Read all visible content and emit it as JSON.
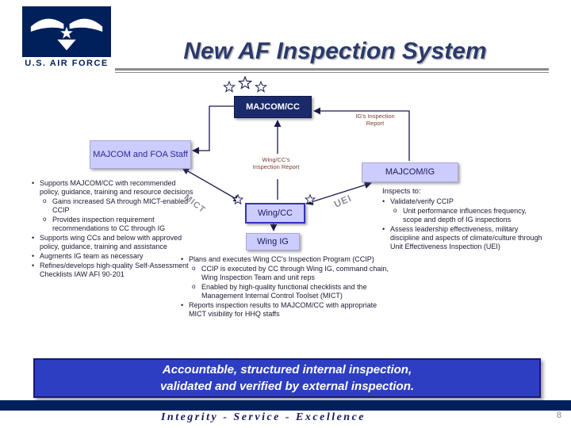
{
  "colors": {
    "navy": "#00205b",
    "title_blue": "#2b3a6b",
    "box_lavender": "#ccccff",
    "box_navy": "#1b2a6b",
    "banner_blue": "#2e3ec2",
    "report_label": "#7a3b2e"
  },
  "header": {
    "title": "New AF Inspection System",
    "logo_caption": "U.S. AIR FORCE"
  },
  "diagram": {
    "majcom_cc": "MAJCOM/CC",
    "igs_report": "IG's Inspection Report",
    "majcom_foa_staff": "MAJCOM and FOA Staff",
    "wing_cc_report": "Wing/CC's Inspection Report",
    "majcom_ig": "MAJCOM/IG",
    "wing_cc": "Wing/CC",
    "wing_ig": "Wing IG",
    "mict_arrow_label": "MICT",
    "uei_arrow_label": "UEI"
  },
  "left_panel": {
    "items": [
      {
        "level": 1,
        "text": "Supports MAJCOM/CC with recommended policy, guidance, training and resource decisions"
      },
      {
        "level": 2,
        "text": "Gains increased SA through MICT-enabled CCIP"
      },
      {
        "level": 2,
        "text": "Provides inspection requirement recommendations to CC through IG"
      },
      {
        "level": 1,
        "text": "Supports wing CCs and below with approved policy, guidance, training and assistance"
      },
      {
        "level": 1,
        "text": "Augments IG team as necessary"
      },
      {
        "level": 1,
        "text": "Refines/develops high-quality Self-Assessment Checklists IAW AFI 90-201"
      }
    ]
  },
  "center_panel": {
    "items": [
      {
        "level": 1,
        "text": "Plans and executes Wing CC's Inspection Program (CCIP)"
      },
      {
        "level": 2,
        "text": "CCIP is executed by CC through Wing IG, command chain, Wing Inspection Team and unit reps"
      },
      {
        "level": 2,
        "text": "Enabled by high-quality functional checklists and the Management Internal Control Toolset (MICT)"
      },
      {
        "level": 1,
        "text": "Reports inspection results to MAJCOM/CC with appropriate MICT visibility for HHQ staffs"
      }
    ]
  },
  "right_panel": {
    "heading": "Inspects to:",
    "items": [
      {
        "level": 1,
        "text": "Validate/verify CCIP"
      },
      {
        "level": 2,
        "text": "Unit performance influences frequency, scope and depth of IG inspections"
      },
      {
        "level": 1,
        "text": "Assess leadership effectiveness, military discipline and aspects of climate/culture through Unit Effectiveness Inspection (UEI)"
      }
    ]
  },
  "banner": {
    "line1": "Accountable, structured internal inspection,",
    "line2": "validated and verified by external inspection."
  },
  "footer": {
    "motto": "Integrity - Service - Excellence",
    "page_number": "8"
  }
}
